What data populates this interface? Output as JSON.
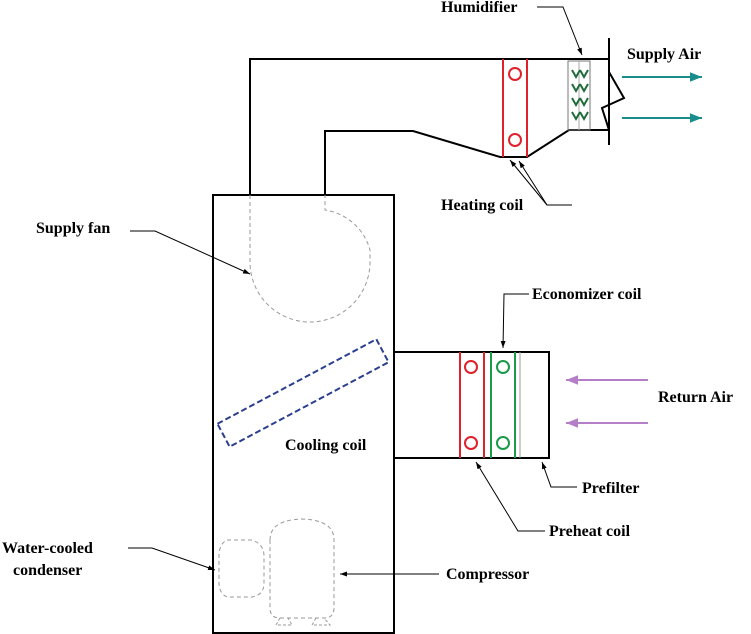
{
  "labels": {
    "humidifier": "Humidifier",
    "supply_air": "Supply Air",
    "heating_coil": "Heating coil",
    "supply_fan": "Supply fan",
    "economizer_coil": "Economizer coil",
    "return_air": "Return Air",
    "cooling_coil": "Cooling coil",
    "prefilter": "Prefilter",
    "preheat_coil": "Preheat coil",
    "water_cooled_condenser_line1": "Water-cooled",
    "water_cooled_condenser_line2": "condenser",
    "compressor": "Compressor"
  },
  "colors": {
    "outline": "#000000",
    "hidden_line": "#999999",
    "heating_coil": "#e0202a",
    "economizer_coil": "#1a9a4a",
    "humidifier": "#1f6b3a",
    "cooling_coil": "#2a3f8f",
    "supply_air_arrow": "#1a8c8c",
    "return_air_arrow": "#b57fc7"
  }
}
